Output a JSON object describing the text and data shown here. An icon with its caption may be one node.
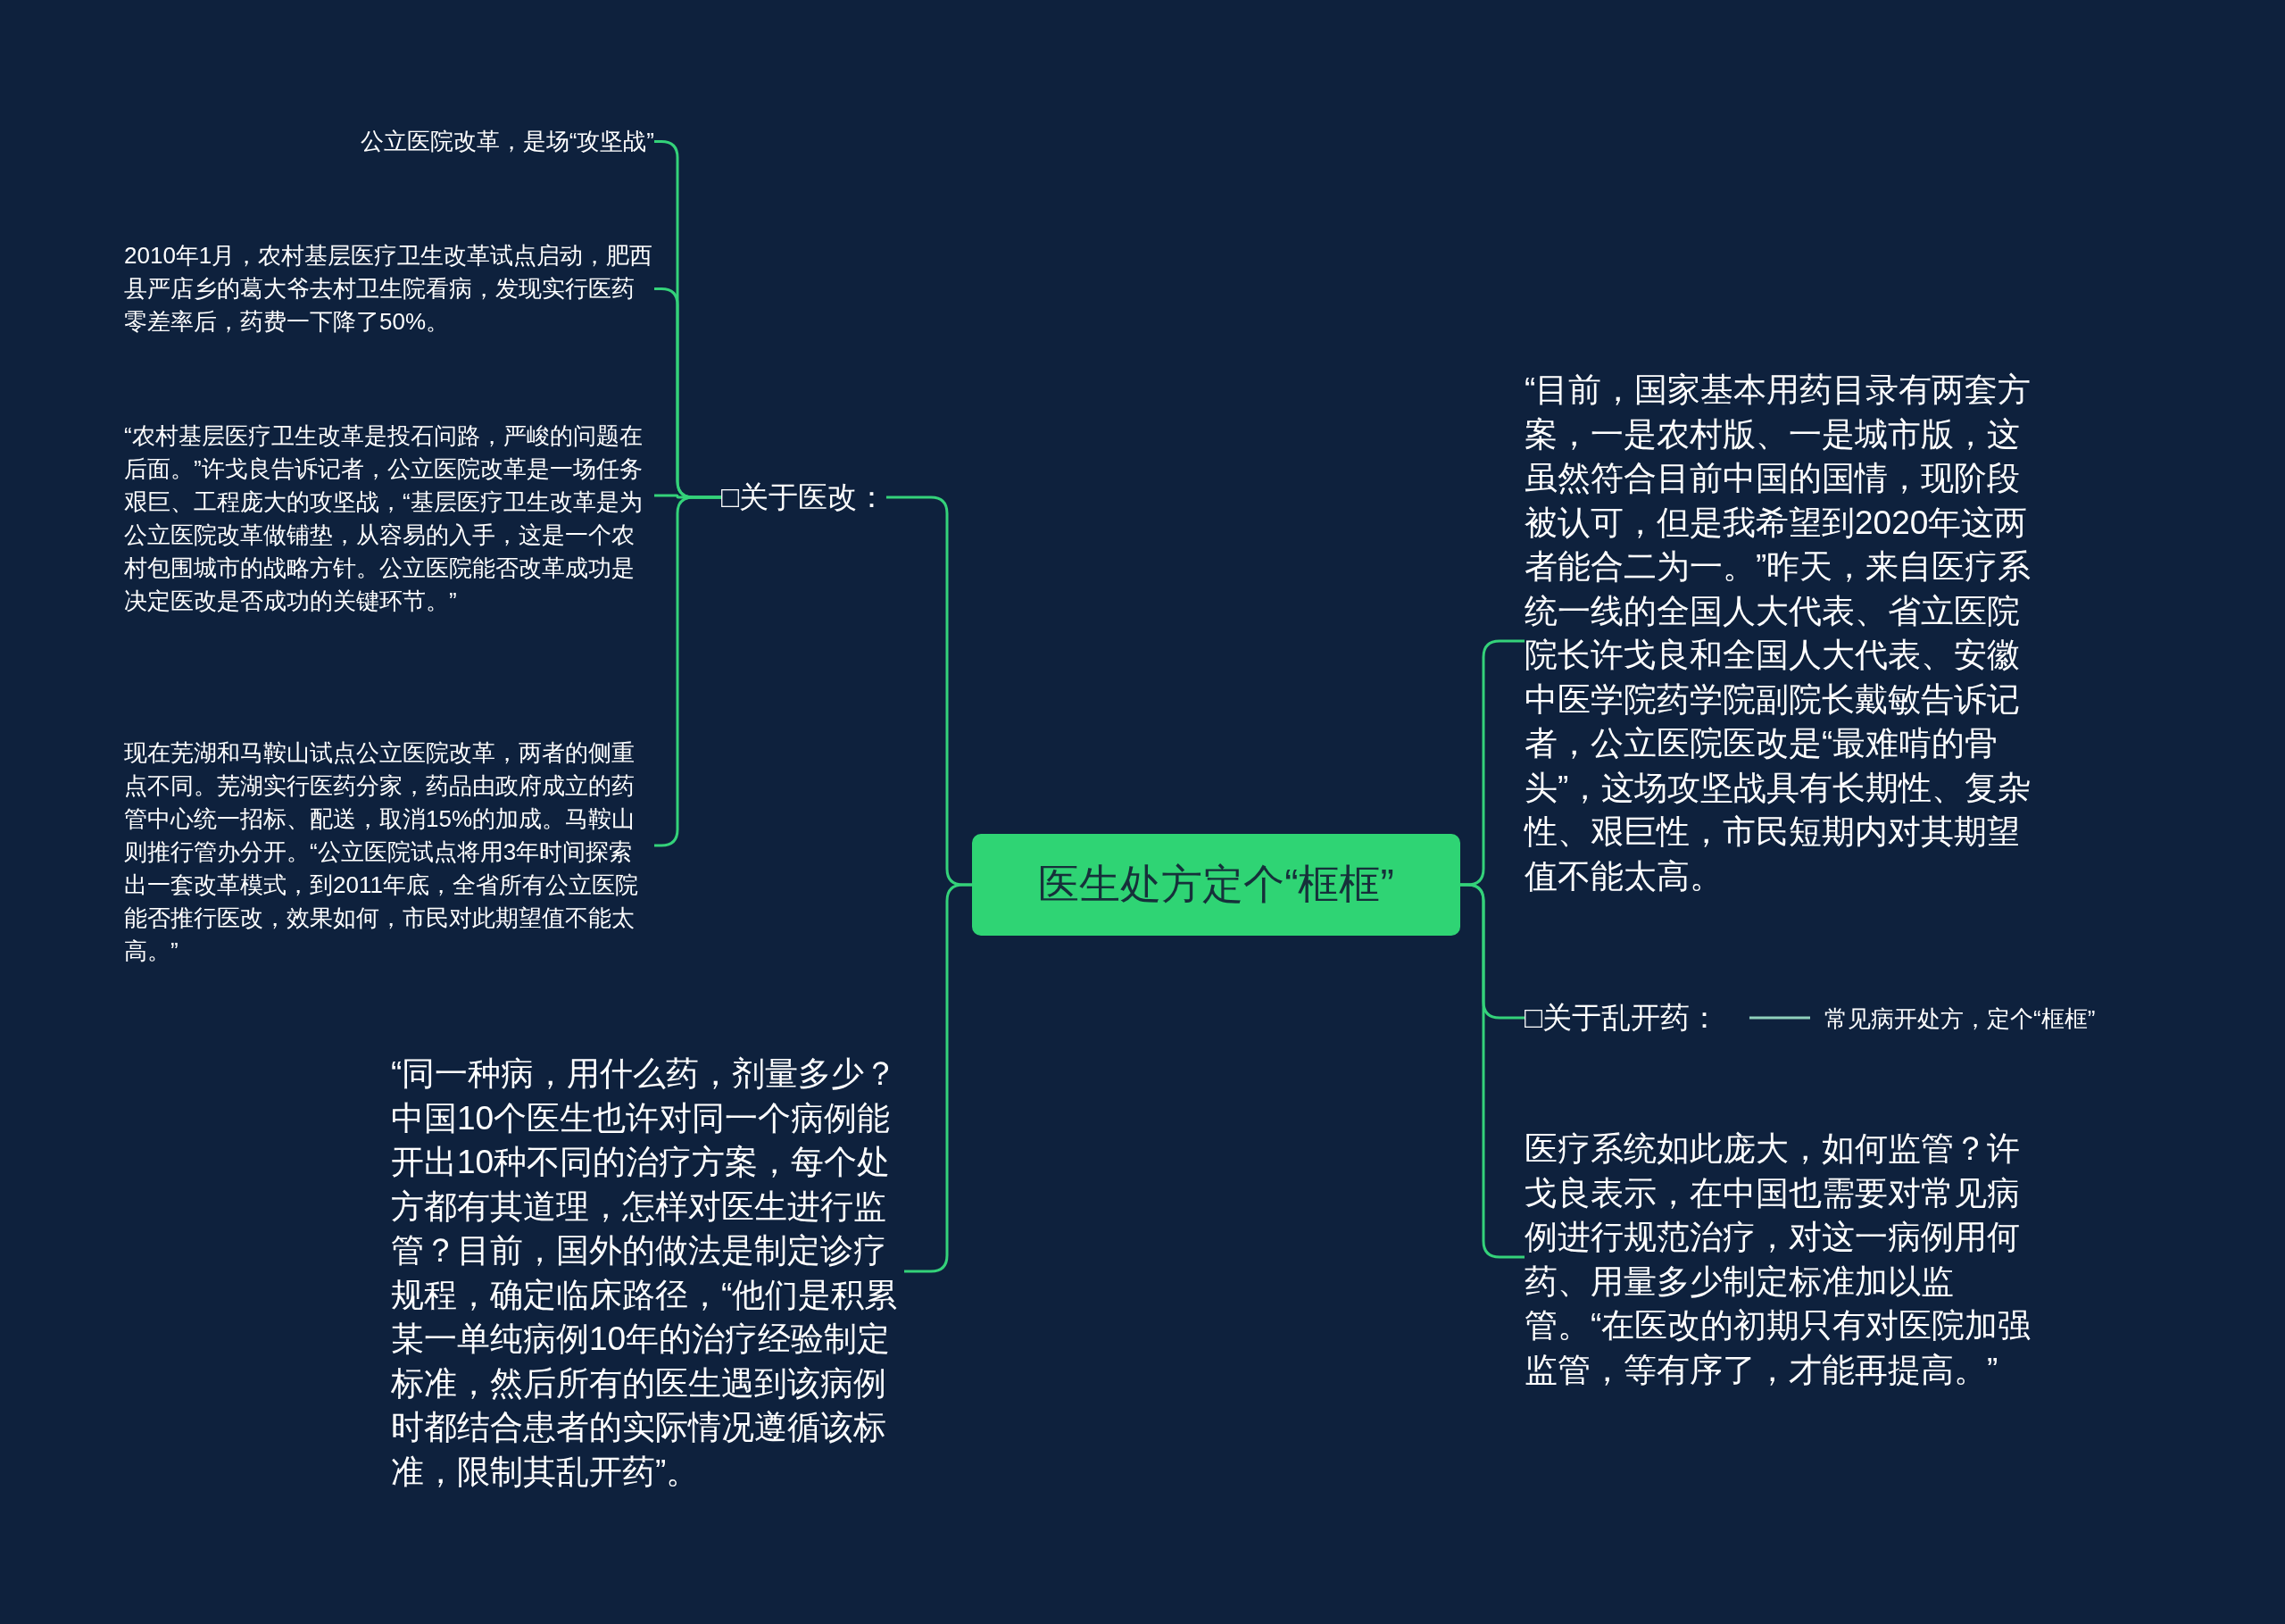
{
  "diagram": {
    "nodes": [
      {
        "text": [
          "医生处方定个“框框”"
        ]
      },
      {
        "text": [
          "□关于医改："
        ]
      },
      {
        "text": [
          "公立医院改革，是场“攻坚战”"
        ]
      },
      {
        "text": [
          "2010年1月，农村基层医疗卫生改革试点启动，肥西县严店乡的葛大爷去村卫生院看病，发现实行医药零差率后，药费一下降了50%。"
        ]
      },
      {
        "text": [
          "“农村基层医疗卫生改革是投石问路，严峻的问题在后面。”许戈良告诉记者，公立医院改革是一场任务艰巨、工程庞大的攻坚战，“基层医疗卫生改革是为公立医院改革做铺垫，从容易的入手，这是一个农村包围城市的战略方针。公立医院能否改革成功是决定医改是否成功的关键环节。”"
        ]
      },
      {
        "text": [
          "现在芜湖和马鞍山试点公立医院改革，两者的侧重点不同。芜湖实行医药分家，药品由政府成立的药管中心统一招标、配送，取消15%的加成。马鞍山则推行管办分开。“公立医院试点将用3年时间探索出一套改革模式，到2011年底，全省所有公立医院能否推行医改，效果如何，市民对此期望值不能太高。”"
        ]
      },
      {
        "text": [
          "“同一种病，用什么药，剂量多少？中国10个医生也许对同一个病例能开出10种不同的治疗方案，每个处方都有其道理，怎样对医生进行监管？目前，国外的做法是制定诊疗规程，确定临床路径，“他们是积累某一单纯病例10年的治疗经验制定标准，然后所有的医生遇到该病例时都结合患者的实际情况遵循该标准，限制其乱开药”。"
        ]
      },
      {
        "text": [
          "“目前，国家基本用药目录有两套方案，一是农村版、一是城市版，这虽然符合目前中国的国情，现阶段被认可，但是我希望到2020年这两者能合二为一。”昨天，来自医疗系统一线的全国人大代表、省立医院院长许戈良和全国人大代表、安徽中医学院药学院副院长戴敏告诉记者，公立医院医改是“最难啃的骨头”，这场攻坚战具有长期性、复杂性、艰巨性，市民短期内对其期望值不能太高。"
        ]
      },
      {
        "text": [
          "□关于乱开药："
        ]
      },
      {
        "text": [
          "常见病开处方，定个“框框”"
        ]
      },
      {
        "text": [
          "医疗系统如此庞大，如何监管？许戈良表示，在中国也需要对常见病例进行规范治疗，对这一病例用何药、用量多少制定标准加以监管。“在医改的初期只有对医院加强监管，等有序了，才能再提高。”"
        ]
      }
    ],
    "edges": [
      {
        "from": 0,
        "to": 1,
        "arrow": "none"
      },
      {
        "from": 0,
        "to": 6,
        "arrow": "none"
      },
      {
        "from": 0,
        "to": 7,
        "arrow": "none"
      },
      {
        "from": 0,
        "to": 8,
        "arrow": "none"
      },
      {
        "from": 0,
        "to": 10,
        "arrow": "none"
      },
      {
        "from": 1,
        "to": 2,
        "arrow": "none"
      },
      {
        "from": 1,
        "to": 3,
        "arrow": "none"
      },
      {
        "from": 1,
        "to": 4,
        "arrow": "none"
      },
      {
        "from": 1,
        "to": 5,
        "arrow": "none"
      },
      {
        "from": 8,
        "to": 9,
        "arrow": "none",
        "color": "#8fd0bb"
      }
    ]
  }
}
